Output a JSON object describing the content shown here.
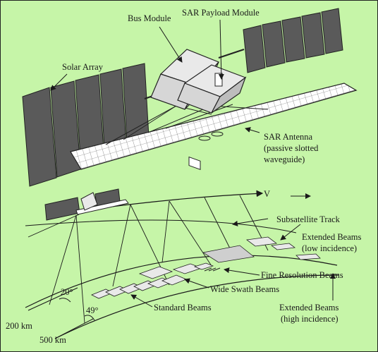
{
  "colors": {
    "background": "#c6f5a8",
    "ink": "#1a1a1a",
    "panel": "#5a5a5a",
    "body": "#e9e9e9",
    "antenna": "#ffffff"
  },
  "top_view": {
    "labels": {
      "bus_module": "Bus Module",
      "sar_payload_module": "SAR Payload Module",
      "solar_array": "Solar Array",
      "sar_antenna_line1": "SAR Antenna",
      "sar_antenna_line2": "(passive slotted",
      "sar_antenna_line3": "waveguide)"
    }
  },
  "bottom_view": {
    "labels": {
      "velocity": "V",
      "subsatellite_track": "Subsatellite Track",
      "extended_low_line1": "Extended Beams",
      "extended_low_line2": "(low incidence)",
      "fine_resolution": "Fine Resolution Beams",
      "wide_swath": "Wide Swath Beams",
      "standard": "Standard Beams",
      "extended_high_line1": "Extended Beams",
      "extended_high_line2": "(high incidence)",
      "angle_20": "20°",
      "angle_49": "49°",
      "dist_200": "200 km",
      "dist_500": "500 km"
    }
  }
}
